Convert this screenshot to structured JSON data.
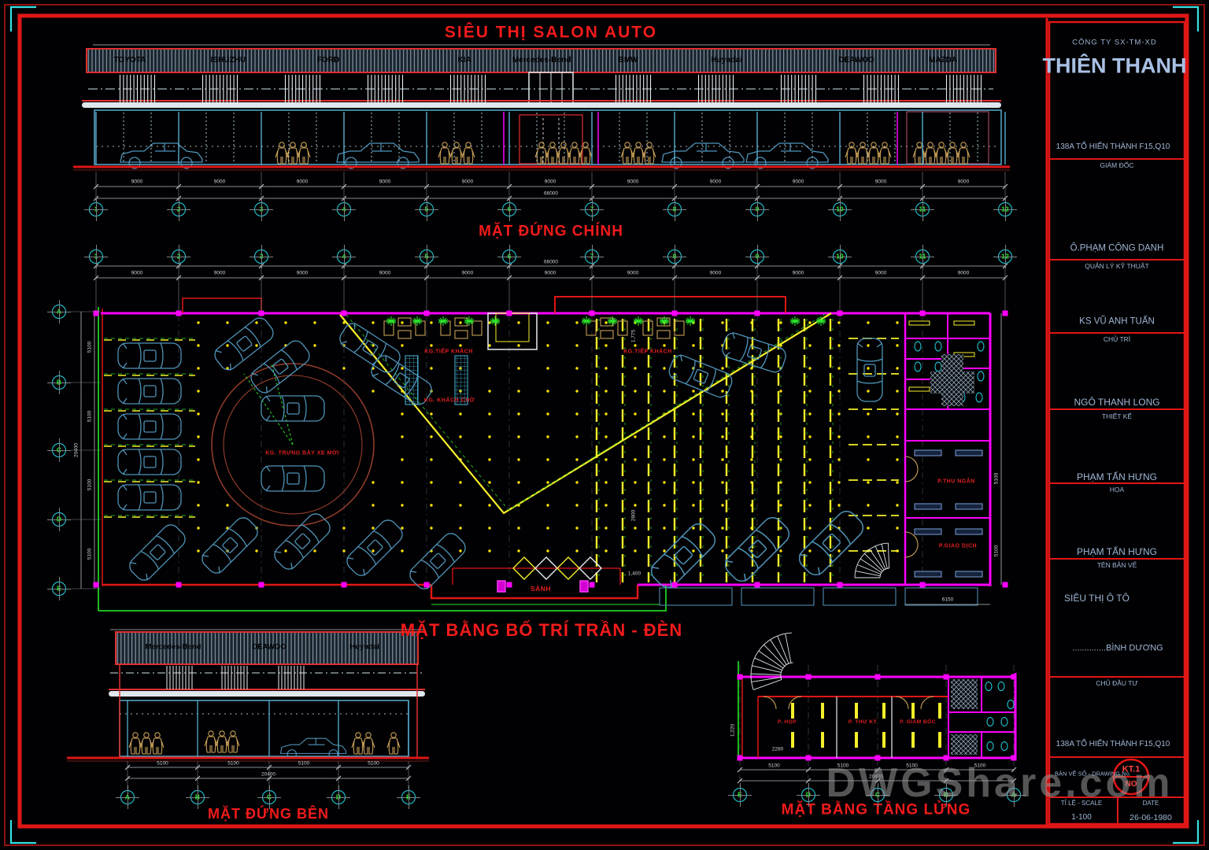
{
  "titles": {
    "banner": "SIÊU THỊ SALON AUTO",
    "front_elevation": "MẶT ĐỨNG CHÍNH",
    "ceiling_plan": "MẶT BẰNG BỐ TRÍ TRẦN - ĐÈN",
    "side_elevation": "MẶT ĐỨNG BÊN",
    "mezzanine_plan": "MẶT BẰNG TẦNG LỬNG"
  },
  "brands_front": [
    "TOYOTA",
    "ISHUZHU",
    "FORD",
    "KIA",
    "Mercedes-Bend",
    "BMW",
    "Huyndai",
    "DEAWOO",
    "MAZDA"
  ],
  "brands_side": [
    "Mercedes-Bend",
    "DEAWOO",
    "Huyndai"
  ],
  "plan_labels": {
    "reception1": "KG.TIẾP KHÁCH",
    "reception2": "KG.TIẾP KHÁCH",
    "waiting": "KG. KHÁCH CHỜ",
    "showroom": "KG. TRƯNG BÀY XE MỚI",
    "cashier": "P.THU NGÂN",
    "transaction": "P.GIAO DỊCH",
    "lobby": "SẢNH"
  },
  "mezz_labels": {
    "meeting": "P. HỌP",
    "secretary": "P. THƯ KÝ",
    "director": "P. GIÁM ĐỐC"
  },
  "grid": {
    "front_cols": [
      "1",
      "2",
      "3",
      "4",
      "5",
      "6",
      "7",
      "8",
      "9",
      "10",
      "11",
      "12"
    ],
    "plan_rows": [
      "A",
      "B",
      "C",
      "D",
      "E"
    ],
    "side_cols": [
      "A",
      "B",
      "C",
      "D",
      "E"
    ],
    "mezz_cols": [
      "E",
      "D",
      "C",
      "B",
      "A"
    ]
  },
  "dims": {
    "bay_front": "9000",
    "total_front": "66000",
    "bay_side": "5100",
    "total_side": "20400",
    "depth_bay": "5100",
    "depth_total": "20400",
    "right_width": "6150",
    "lobby_gap": "1,400",
    "parking_row": "2800",
    "recess_depth": "1,775",
    "mezz_w": "2280",
    "mezz_h": "1,220"
  },
  "title_block": {
    "company_type": "CÔNG TY SX-TM-XD",
    "company": "THIÊN THANH",
    "address": "138A TỔ HIẾN THÀNH F15,Q10",
    "roles": [
      {
        "label": "GIÁM ĐỐC",
        "name": "Ô.PHẠM CÔNG DANH"
      },
      {
        "label": "QUẢN LÝ KỸ THUẬT",
        "name": "KS VŨ ANH TUẤN"
      },
      {
        "label": "CHỦ TRÌ",
        "name": "NGÔ THANH LONG"
      },
      {
        "label": "THIẾT KẾ",
        "name": "PHẠM TẤN HƯNG"
      },
      {
        "label": "HỌA",
        "name": "PHẠM TẤN HƯNG"
      }
    ],
    "drawing_name_label": "TÊN BẢN VẼ",
    "drawing_name": "SIÊU THỊ Ô TÔ",
    "location": "..............BÌNH DƯƠNG",
    "investor_label": "CHỦ ĐẦU TƯ",
    "investor_address": "138A TỔ HIẾN THÀNH F15,Q10",
    "drawing_no_label": "BẢN VẼ SỐ  - DRAWING No.",
    "drawing_no": "KT.1",
    "drawing_no2": "NO",
    "scale_label": "TỈ LỆ - SCALE",
    "scale": "1-100",
    "date_label": "DATE",
    "date": "26-06-1980"
  },
  "watermark": "DWGShare.com",
  "colors": {
    "cad_red": "#e03030",
    "magenta": "#ff00ff",
    "yellow": "#f5ef2a",
    "cyan": "#25d8e8",
    "green": "#2ce62c",
    "steel_blue": "#4f93b8",
    "tan": "#c8a058",
    "title_text": "#9fb6d4"
  }
}
